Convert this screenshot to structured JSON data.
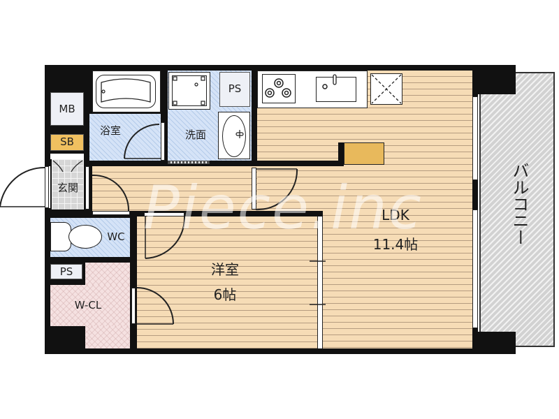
{
  "rooms": {
    "ldk": {
      "name": "LDK",
      "size": "11.4帖"
    },
    "western_room": {
      "name": "洋室",
      "size": "6帖"
    },
    "bathroom": {
      "name": "浴室"
    },
    "washroom": {
      "name": "洗面"
    },
    "entrance": {
      "name": "玄関"
    },
    "toilet": {
      "name": "WC"
    },
    "walk_in_closet": {
      "name": "W-CL"
    },
    "balcony": {
      "name": "バルコニー"
    },
    "meter_box": {
      "name": "MB"
    },
    "shoe_box": {
      "name": "SB"
    },
    "pipe_space_top": {
      "name": "PS"
    },
    "pipe_space_bottom": {
      "name": "PS"
    }
  },
  "watermark": "Piece.inc",
  "colors": {
    "wood_floor": "#f6dcb6",
    "wet_area": "#d5e3f7",
    "closet": "#f5e1e1",
    "balcony": "#d2d2d2",
    "shoe_box": "#f0c060",
    "counter": "#e8b95c",
    "wall": "#111111"
  }
}
